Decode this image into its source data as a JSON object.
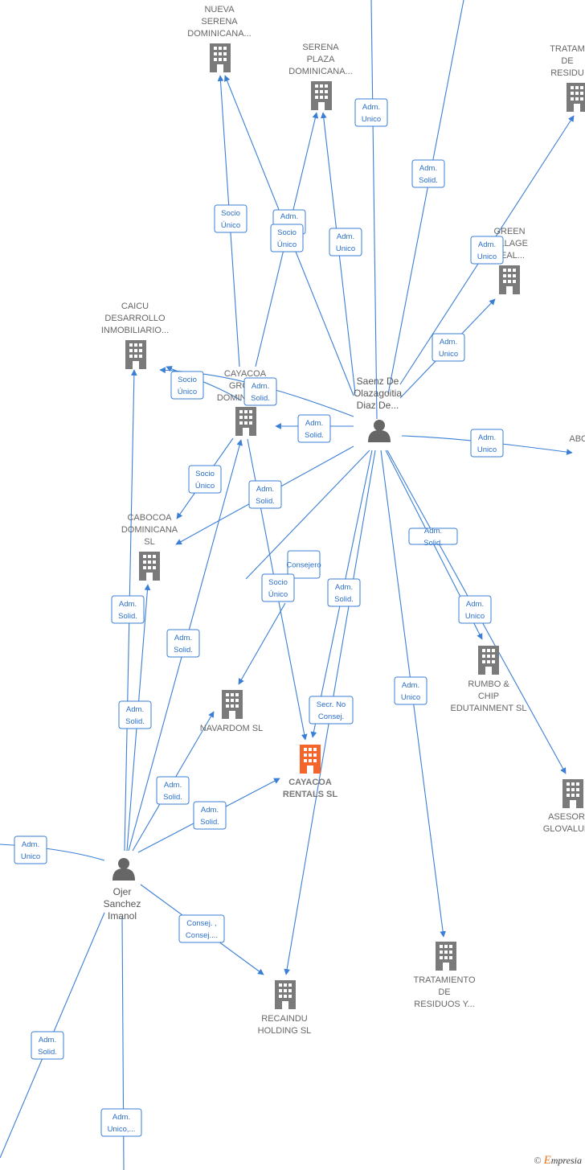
{
  "colors": {
    "edge": "#3a7fd5",
    "company": "#7a7a7a",
    "highlight": "#f4642b",
    "person": "#666666"
  },
  "companies": [
    {
      "id": "nueva_serena",
      "lines": [
        "NUEVA",
        "SERENA",
        "DOMINICANA..."
      ]
    },
    {
      "id": "serena_plaza",
      "lines": [
        "SERENA",
        "PLAZA",
        "DOMINICANA..."
      ]
    },
    {
      "id": "tratamiento_top",
      "lines": [
        "TRATAM",
        "DE",
        "RESIDU"
      ]
    },
    {
      "id": "green_village",
      "lines": [
        "GREEN",
        "VILLAGE",
        "REAL..."
      ]
    },
    {
      "id": "caicu",
      "lines": [
        "CAICU",
        "DESARROLLO",
        "INMOBILIARIO..."
      ]
    },
    {
      "id": "cayacoa_group",
      "lines": [
        "CAYACOA",
        "GROUP",
        "DOMINICANA"
      ]
    },
    {
      "id": "cabocoa",
      "lines": [
        "CABOCOA",
        "DOMINICANA",
        "SL"
      ]
    },
    {
      "id": "navardom",
      "lines": [
        "NAVARDOM SL"
      ]
    },
    {
      "id": "cayacoa_rentals",
      "lines": [
        "CAYACOA",
        "RENTALS SL"
      ],
      "highlight": true
    },
    {
      "id": "rumbo_chip",
      "lines": [
        "RUMBO &",
        "CHIP",
        "EDUTAINMENT SL"
      ]
    },
    {
      "id": "asesor",
      "lines": [
        "ASESOR",
        "GLOVALUE"
      ]
    },
    {
      "id": "tratamiento_bottom",
      "lines": [
        "TRATAMIENTO",
        "DE",
        "RESIDUOS Y..."
      ]
    },
    {
      "id": "recaindu",
      "lines": [
        "RECAINDU",
        "HOLDING SL"
      ]
    },
    {
      "id": "abo",
      "lines": [
        "ABO"
      ]
    }
  ],
  "persons": [
    {
      "id": "saenz",
      "lines": [
        "Saenz De",
        "Olazagoitia",
        "Diaz De..."
      ]
    },
    {
      "id": "ojer",
      "lines": [
        "Ojer",
        "Sanchez",
        "Imanol"
      ]
    }
  ],
  "edge_labels": [
    {
      "id": "l1",
      "lines": [
        "Adm.",
        "Unico"
      ]
    },
    {
      "id": "l2",
      "lines": [
        "Adm.",
        "Solid."
      ]
    },
    {
      "id": "l3",
      "lines": [
        "Socio",
        "Único"
      ]
    },
    {
      "id": "l4",
      "lines": [
        "Adm.",
        "Unico"
      ]
    },
    {
      "id": "l5",
      "lines": [
        "Socio",
        "Único"
      ]
    },
    {
      "id": "l6",
      "lines": [
        "Adm.",
        "Unico"
      ]
    },
    {
      "id": "l7",
      "lines": [
        "Adm.",
        "Unico"
      ]
    },
    {
      "id": "l8",
      "lines": [
        "Adm.",
        "Unico"
      ]
    },
    {
      "id": "l9",
      "lines": [
        "Socio",
        "Único"
      ]
    },
    {
      "id": "l10",
      "lines": [
        "Adm.",
        "Solid."
      ]
    },
    {
      "id": "l11",
      "lines": [
        "Adm.",
        "Solid."
      ]
    },
    {
      "id": "l12",
      "lines": [
        "Adm.",
        "Unico"
      ]
    },
    {
      "id": "l13",
      "lines": [
        "Socio",
        "Único"
      ]
    },
    {
      "id": "l14",
      "lines": [
        "Adm.",
        "Solid."
      ]
    },
    {
      "id": "l15",
      "lines": [
        "Consejero"
      ]
    },
    {
      "id": "l16",
      "lines": [
        "Adm.",
        "Solid."
      ]
    },
    {
      "id": "l17",
      "lines": [
        "Adm.",
        "Solid."
      ]
    },
    {
      "id": "l18",
      "lines": [
        "Socio",
        "Único"
      ]
    },
    {
      "id": "l19",
      "lines": [
        "Adm.",
        "Solid."
      ]
    },
    {
      "id": "l20",
      "lines": [
        "Adm.",
        "Unico"
      ]
    },
    {
      "id": "l21",
      "lines": [
        "Adm.",
        "Solid."
      ]
    },
    {
      "id": "l22",
      "lines": [
        "Adm.",
        "Unico"
      ]
    },
    {
      "id": "l23",
      "lines": [
        "Secr. No",
        "Consej."
      ]
    },
    {
      "id": "l24",
      "lines": [
        "Adm.",
        "Solid."
      ]
    },
    {
      "id": "l25",
      "lines": [
        "Adm.",
        "Solid."
      ]
    },
    {
      "id": "l26",
      "lines": [
        "Adm.",
        "Solid."
      ]
    },
    {
      "id": "l27",
      "lines": [
        "Adm.",
        "Unico"
      ]
    },
    {
      "id": "l28",
      "lines": [
        "Consej. ,",
        "Consej...."
      ]
    },
    {
      "id": "l29",
      "lines": [
        "Adm.",
        "Solid."
      ]
    },
    {
      "id": "l30",
      "lines": [
        "Adm.",
        "Unico,..."
      ]
    }
  ],
  "brand": {
    "copyright": "©",
    "initial": "E",
    "rest": "mpresia"
  }
}
